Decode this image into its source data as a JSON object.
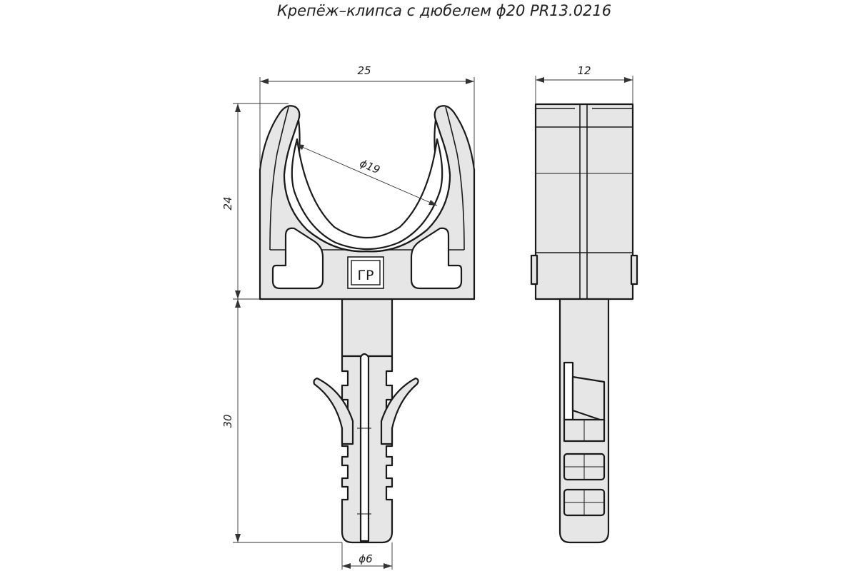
{
  "title": "Крепёж–клипса с дюбелем ϕ20 PR13.0216",
  "logo_text": "ГР",
  "dimensions": {
    "width": "25",
    "side_width": "12",
    "clip_height": "24",
    "dowel_length": "30",
    "bore": "ϕ19",
    "dowel_diameter": "ϕ6"
  },
  "colors": {
    "part_fill": "#e6e6e6",
    "outline": "#1a1a1a"
  }
}
